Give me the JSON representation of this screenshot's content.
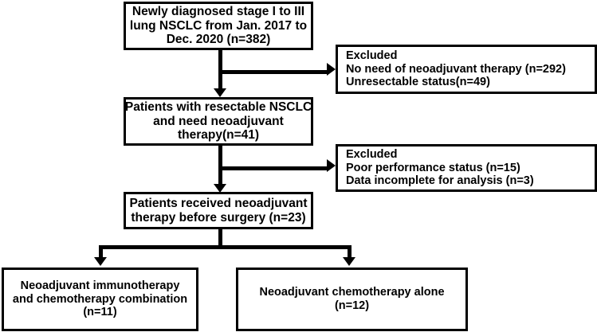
{
  "diagram": {
    "title": "Neoadjuvant therapy patient selection flowchart",
    "type": "flowchart",
    "colors": {
      "line": "#000000",
      "box_border": "#000000",
      "box_fill": "#ffffff",
      "text": "#000000"
    },
    "nodes": {
      "cohort": {
        "lines": [
          "Newly diagnosed stage I to III",
          "lung NSCLC from Jan. 2017 to",
          "Dec. 2020 (n=382)"
        ],
        "count": 382
      },
      "excluded_1": {
        "lines": [
          "Excluded",
          "No need of neoadjuvant therapy (n=292)",
          "Unresectable status(n=49)"
        ],
        "counts": [
          292,
          49
        ]
      },
      "resectable": {
        "lines": [
          "Patients with resectable NSCLC",
          "and need neoadjuvant",
          "therapy(n=41)"
        ],
        "count": 41
      },
      "excluded_2": {
        "lines": [
          "Excluded",
          "Poor performance status (n=15)",
          "Data incomplete for analysis (n=3)"
        ],
        "counts": [
          15,
          3
        ]
      },
      "received": {
        "lines": [
          "Patients received neoadjuvant",
          "therapy before surgery (n=23)"
        ],
        "count": 23
      },
      "arm_combo": {
        "lines": [
          "Neoadjuvant immunotherapy",
          "and chemotherapy combination",
          "(n=11)"
        ],
        "count": 11
      },
      "arm_chemo": {
        "lines": [
          "Neoadjuvant chemotherapy alone",
          "(n=12)"
        ],
        "count": 12
      }
    }
  }
}
